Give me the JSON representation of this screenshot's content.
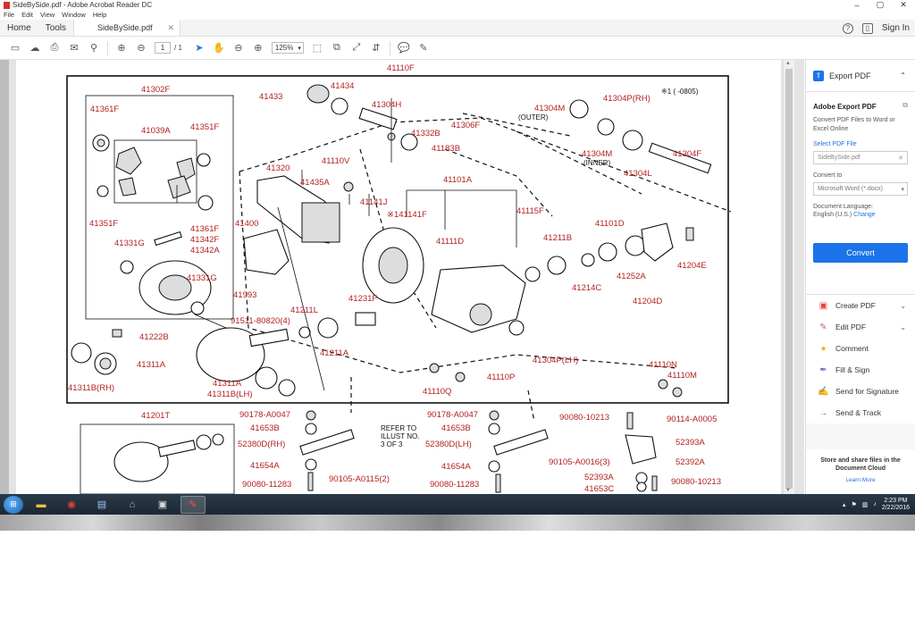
{
  "window": {
    "title": "SideBySide.pdf - Adobe Acrobat Reader DC",
    "controls": [
      "–",
      "▢",
      "✕"
    ]
  },
  "menu": [
    "File",
    "Edit",
    "View",
    "Window",
    "Help"
  ],
  "tabs": {
    "home": "Home",
    "tools": "Tools",
    "doc": "SideBySide.pdf",
    "sign_in": "Sign In"
  },
  "toolbar": {
    "page_current": "1",
    "page_total": "/ 1",
    "zoom": "125%"
  },
  "pane": {
    "header": "Export PDF",
    "title": "Adobe Export PDF",
    "description": "Convert PDF Files to Word or Excel Online",
    "select_file": "Select PDF File",
    "file_name": "SideBySide.pdf",
    "convert_to_label": "Convert to",
    "convert_to_value": "Microsoft Word (*.docx)",
    "doc_language_label": "Document Language:",
    "doc_language_value": "English (U.S.)",
    "change": "Change",
    "convert": "Convert",
    "tools": [
      {
        "label": "Create PDF",
        "color": "#e8473c",
        "glyph": "▣",
        "chevron": true
      },
      {
        "label": "Edit PDF",
        "color": "#d94fa3",
        "glyph": "✎",
        "chevron": true
      },
      {
        "label": "Comment",
        "color": "#f2b824",
        "glyph": "💬",
        "chevron": false
      },
      {
        "label": "Fill & Sign",
        "color": "#7b5cd6",
        "glyph": "✒",
        "chevron": false
      },
      {
        "label": "Send for Signature",
        "color": "#5a6ee0",
        "glyph": "✍",
        "chevron": false
      },
      {
        "label": "Send & Track",
        "color": "#2a8adb",
        "glyph": "→",
        "chevron": false
      }
    ],
    "footer_title": "Store and share files in the Document Cloud",
    "footer_link": "Learn More"
  },
  "diagram": {
    "note": "※1 ( -0805)",
    "refer": [
      "REFER TO",
      "ILLUST NO.",
      "3 OF 3"
    ],
    "outer": "(OUTER)",
    "inner": "(INNER)",
    "labels": {
      "41110F": "41110F",
      "41302F": "41302F",
      "41361F_top": "41361F",
      "41039A": "41039A",
      "41351F_top": "41351F",
      "41351F_bot": "41351F",
      "41361F_bot": "41361F",
      "41342F": "41342F",
      "41342A": "41342A",
      "41331G_l": "41331G",
      "41331G_r": "41331G",
      "41222B": "41222B",
      "41311A_l": "41311A",
      "41311B_RH": "41311B(RH)",
      "41433": "41433",
      "41434": "41434",
      "41304H": "41304H",
      "41332B": "41332B",
      "41306F": "41306F",
      "41183B": "41183B",
      "41304M_outer": "41304M",
      "41304P_RH": "41304P(RH)",
      "41304M_inner": "41304M",
      "41304L": "41304L",
      "41304F": "41304F",
      "41320": "41320",
      "41110V": "41110V",
      "41435A": "41435A",
      "41400": "41400",
      "41141J": "41141J",
      "41141F": "※141141F",
      "41101A": "41101A",
      "41115F": "41115F",
      "41101D": "41101D",
      "41111D": "41111D",
      "41211B": "41211B",
      "41204E": "41204E",
      "41252A": "41252A",
      "41214C": "41214C",
      "41204D": "41204D",
      "41993": "41993",
      "41231F": "41231F",
      "91511": "91511-80820(4)",
      "41211L": "41211L",
      "41211A": "41211A",
      "41304P_LH": "41304P(LH)",
      "41311A_c": "41311A",
      "41311B_LH": "41311B(LH)",
      "41110N": "41110N",
      "41110M": "41110M",
      "41110P": "41110P",
      "41110Q": "41110Q",
      "41201T": "41201T",
      "90178_l": "90178-A0047",
      "41653B_l": "41653B",
      "52380D_RH": "52380D(RH)",
      "41654A_l": "41654A",
      "90105_l": "90105-A0115(2)",
      "90080_11283_l": "90080-11283",
      "90178_r": "90178-A0047",
      "41653B_r": "41653B",
      "52380D_LH": "52380D(LH)",
      "41654A_r": "41654A",
      "90080_11283_r": "90080-11283",
      "90080_10213_t": "90080-10213",
      "90114": "90114-A0005",
      "52393A_t": "52393A",
      "52392A": "52392A",
      "90105_r": "90105-A0016(3)",
      "52393A_b": "52393A",
      "41653C": "41653C",
      "90080_10213_b": "90080-10213"
    }
  },
  "taskbar": {
    "time": "2:23 PM",
    "date": "2/22/2016"
  }
}
